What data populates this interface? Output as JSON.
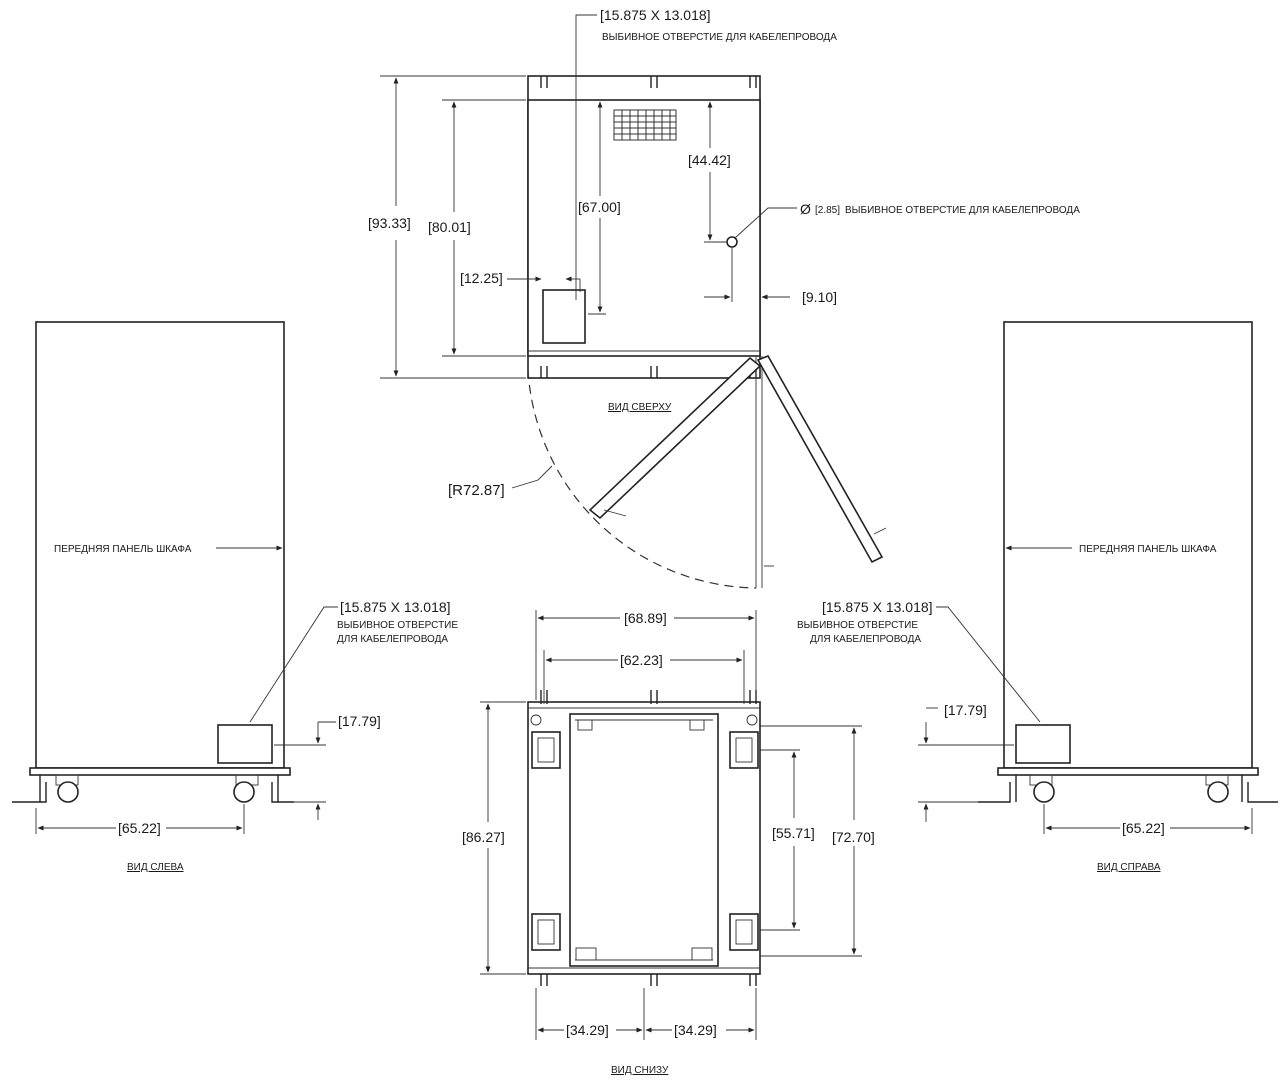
{
  "top_view": {
    "title": "ВИД СВЕРХУ",
    "knockout_top": {
      "size": "[15.875 X 13.018]",
      "desc": "ВЫБИВНОЕ ОТВЕРСТИЕ ДЛЯ КАБЕЛЕПРОВОДА"
    },
    "round_knockout": {
      "symbol": "Ø",
      "size": "[2.85]",
      "desc": "ВЫБИВНОЕ ОТВЕРСТИЕ ДЛЯ КАБЕЛЕПРОВОДА"
    },
    "dims": {
      "overall_depth": "[93.33]",
      "body_depth": "[80.01]",
      "knockout_y": "[67.00]",
      "round_y": "[44.42]",
      "knockout_x": "[12.25]",
      "round_x": "[9.10]",
      "door_radius": "[R72.87]"
    }
  },
  "left_view": {
    "title": "ВИД СЛЕВА",
    "front_label": "ПЕРЕДНЯЯ ПАНЕЛЬ ШКАФА",
    "knockout": {
      "size": "[15.875 X 13.018]",
      "line1": "ВЫБИВНОЕ ОТВЕРСТИЕ",
      "line2": "ДЛЯ КАБЕЛЕПРОВОДА"
    },
    "dims": {
      "height": "[17.79]",
      "width": "[65.22]"
    }
  },
  "right_view": {
    "title": "ВИД СПРАВА",
    "front_label": "ПЕРЕДНЯЯ ПАНЕЛЬ ШКАФА",
    "knockout": {
      "size": "[15.875 X 13.018]",
      "line1": "ВЫБИВНОЕ ОТВЕРСТИЕ",
      "line2": "ДЛЯ КАБЕЛЕПРОВОДА"
    },
    "dims": {
      "height": "[17.79]",
      "width": "[65.22]"
    }
  },
  "bottom_view": {
    "title": "ВИД СНИЗУ",
    "dims": {
      "outer_width": "[68.89]",
      "caster_span": "[62.23]",
      "depth": "[86.27]",
      "inner_depth": "[55.71]",
      "caster_depth": "[72.70]",
      "half_left": "[34.29]",
      "half_right": "[34.29]"
    }
  }
}
